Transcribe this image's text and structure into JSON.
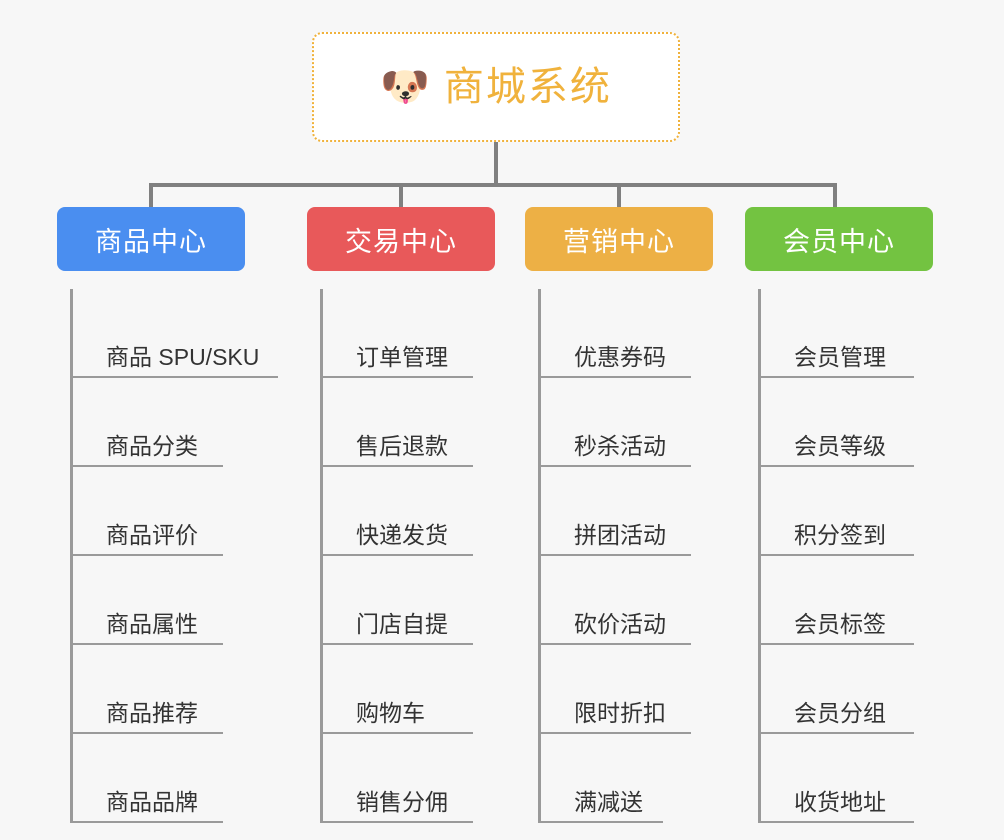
{
  "root": {
    "icon": "dog-face-icon",
    "icon_glyph": "🐶",
    "title": "商城系统",
    "color": "#f0b23c"
  },
  "connector_color": "#808080",
  "columns": [
    {
      "id": "product-center",
      "title": "商品中心",
      "color": "#4a8ef0",
      "items": [
        "商品 SPU/SKU",
        "商品分类",
        "商品评价",
        "商品属性",
        "商品推荐",
        "商品品牌"
      ]
    },
    {
      "id": "trade-center",
      "title": "交易中心",
      "color": "#e8595a",
      "items": [
        "订单管理",
        "售后退款",
        "快递发货",
        "门店自提",
        "购物车",
        "销售分佣"
      ]
    },
    {
      "id": "marketing-center",
      "title": "营销中心",
      "color": "#edb045",
      "items": [
        "优惠券码",
        "秒杀活动",
        "拼团活动",
        "砍价活动",
        "限时折扣",
        "满减送"
      ]
    },
    {
      "id": "member-center",
      "title": "会员中心",
      "color": "#73c341",
      "items": [
        "会员管理",
        "会员等级",
        "积分签到",
        "会员标签",
        "会员分组",
        "收货地址"
      ]
    }
  ]
}
